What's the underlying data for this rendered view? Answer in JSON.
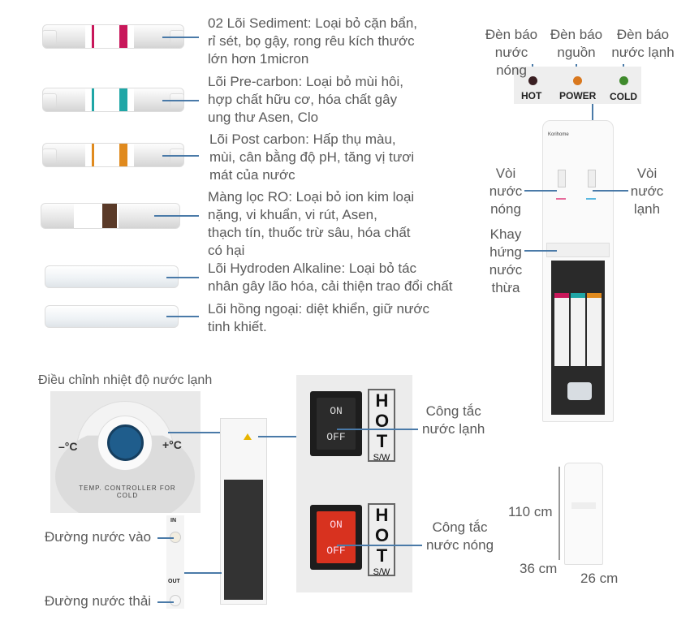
{
  "filters": [
    {
      "text": "02 Lõi Sediment: Loại bỏ cặn bẩn,\nrỉ sét, bọ gậy, rong rêu kích thước\nlớn hơn 1micron",
      "color": "#c8175a"
    },
    {
      "text": "Lõi Pre-carbon: Loại bỏ mùi hôi,\nhợp chất hữu cơ, hóa chất gây\nung thư Asen, Clo",
      "color": "#1fa6a6"
    },
    {
      "text": "Lõi Post carbon: Hấp thụ màu,\nmùi, cân bằng độ pH, tăng vị tươi\nmát của nước",
      "color": "#e08a1e"
    },
    {
      "text": "Màng lọc RO: Loại bỏ ion kim loại\nnặng, vi khuẩn, vi rút, Asen,\nthạch tín, thuốc trừ sâu, hóa chất\ncó hại",
      "color": "#5a3a28"
    },
    {
      "text": "Lõi Hydroden Alkaline: Loại bỏ tác\nnhân gây lão hóa, cải thiện trao đổi chất",
      "color": ""
    },
    {
      "text": "Lõi hồng ngoại: diệt khiển, giữ nước\ntinh khiết.",
      "color": ""
    }
  ],
  "indicators": {
    "hot_caption": "Đèn báo\nnước nóng",
    "power_caption": "Đèn báo\nnguồn",
    "cold_caption": "Đèn báo\nnước lạnh",
    "hot_label": "HOT",
    "power_label": "POWER",
    "cold_label": "COLD",
    "hot_color": "#3a1f22",
    "power_color": "#d9781e",
    "cold_color": "#3f8a2c"
  },
  "dispenser": {
    "brand": "Korihome",
    "hot_tap": "Vòi\nnước\nnóng",
    "cold_tap": "Vòi\nnước\nlạnh",
    "tray": "Khay\nhứng\nnước\nthừa"
  },
  "controls": {
    "temp_title": "Điều chỉnh nhiệt độ nước lạnh",
    "minus": "–°C",
    "plus": "+°C",
    "dial_text": "TEMP. CONTROLLER FOR COLD",
    "in_label": "IN",
    "out_label": "OUT",
    "water_in": "Đường nước vào",
    "water_out": "Đường nước thải",
    "switch_on": "ON",
    "switch_off": "OFF",
    "switch_hot": "HOT",
    "switch_sw": "S/W",
    "cold_switch": "Công tắc\nnước lạnh",
    "hot_switch": "Công tắc\nnước nóng"
  },
  "dimensions": {
    "height": "110 cm",
    "depth": "36 cm",
    "width": "26 cm"
  }
}
